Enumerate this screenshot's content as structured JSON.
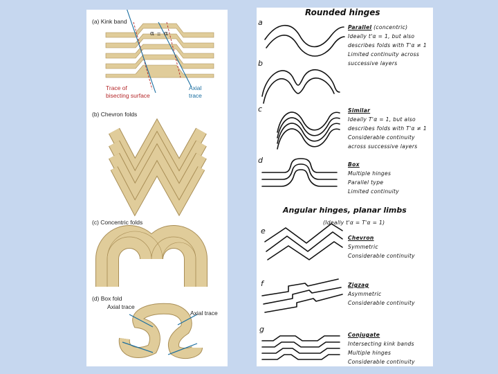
{
  "left": {
    "kink": {
      "caption": "(a) Kink band",
      "alpha_left": "α",
      "equals": "=",
      "alpha_right": "α",
      "trace_label_line1": "Trace of",
      "trace_label_line2": "bisecting surface",
      "axial_label_line1": "Axial",
      "axial_label_line2": "trace"
    },
    "chevron": {
      "caption": "(b) Chevron folds"
    },
    "concentric": {
      "caption": "(c) Concentric folds"
    },
    "box": {
      "caption": "(d) Box fold",
      "axial_left": "Axial trace",
      "axial_right": "Axial trace"
    }
  },
  "right": {
    "title_rounded": "Rounded hinges",
    "title_angular": "Angular hinges, planar limbs",
    "angular_note": "(Ideally  t'α = T'α = 1)",
    "items": [
      {
        "letter": "a",
        "head": "Parallel",
        "head_suffix": " (concentric)",
        "lines": [
          "Ideally  t'α = 1, but also",
          "describes folds with T'α ≠ 1",
          "Limited continuity across",
          "successive layers"
        ]
      },
      {
        "letter": "b",
        "head": "",
        "head_suffix": "",
        "lines": []
      },
      {
        "letter": "c",
        "head": "Similar",
        "head_suffix": "",
        "lines": [
          "Ideally  T'α = 1, but also",
          "describes folds with T'α ≠ 1",
          "Considerable continuity",
          "across successive layers"
        ]
      },
      {
        "letter": "d",
        "head": "Box",
        "head_suffix": "",
        "lines": [
          "Multiple hinges",
          "Parallel  type",
          "Limited continuity"
        ]
      },
      {
        "letter": "e",
        "head": "Chevron",
        "head_suffix": "",
        "lines": [
          "Symmetric",
          "Considerable continuity"
        ]
      },
      {
        "letter": "f",
        "head": "Zigzag",
        "head_suffix": "",
        "lines": [
          "Asymmetric",
          "Considerable continuity"
        ]
      },
      {
        "letter": "g",
        "head": "Conjugate",
        "head_suffix": "",
        "lines": [
          "Intersecting  kink bands",
          "Multiple hinges",
          "Considerable continuity"
        ]
      }
    ]
  },
  "colors": {
    "background": "#c6d7ef",
    "layer_tan": "#e0cc9a",
    "layer_edge": "#a88d55",
    "trace_red": "#b5282a",
    "axial_blue": "#1a6ea0"
  }
}
